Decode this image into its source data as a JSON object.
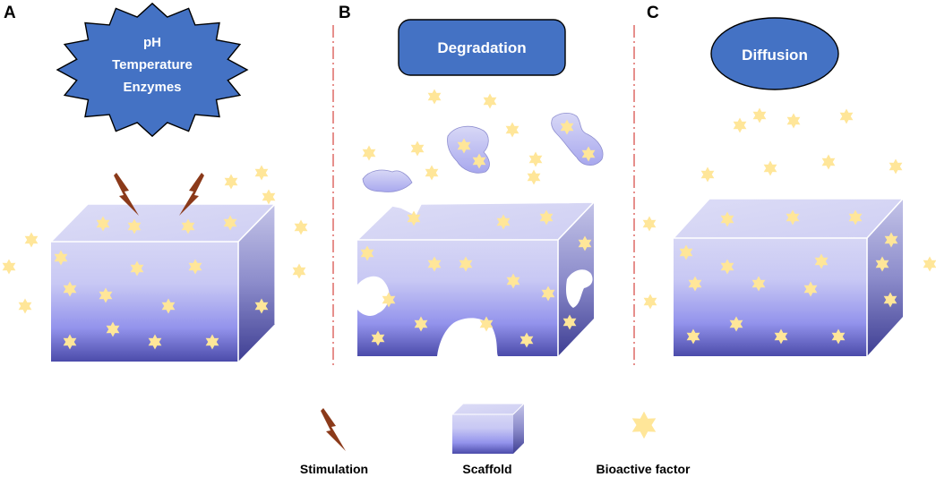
{
  "panels": [
    {
      "letter": "A",
      "shape": "starburst",
      "shape_lines": [
        "pH",
        "Temperature",
        "Enzymes"
      ]
    },
    {
      "letter": "B",
      "shape": "rounded-rect",
      "shape_lines": [
        "Degradation"
      ]
    },
    {
      "letter": "C",
      "shape": "ellipse",
      "shape_lines": [
        "Diffusion"
      ]
    }
  ],
  "legend": {
    "stimulation": "Stimulation",
    "scaffold": "Scaffold",
    "bioactive_factor": "Bioactive factor"
  },
  "colors": {
    "shape_fill": "#4472C4",
    "shape_text": "#ffffff",
    "bolt": "#8B3A1A",
    "star": "#FFE699",
    "divider": "#D9534F",
    "scaffold_top": "#D6D6F5",
    "scaffold_mid": "#9A9AEE",
    "scaffold_bottom": "#4B4BAA"
  }
}
